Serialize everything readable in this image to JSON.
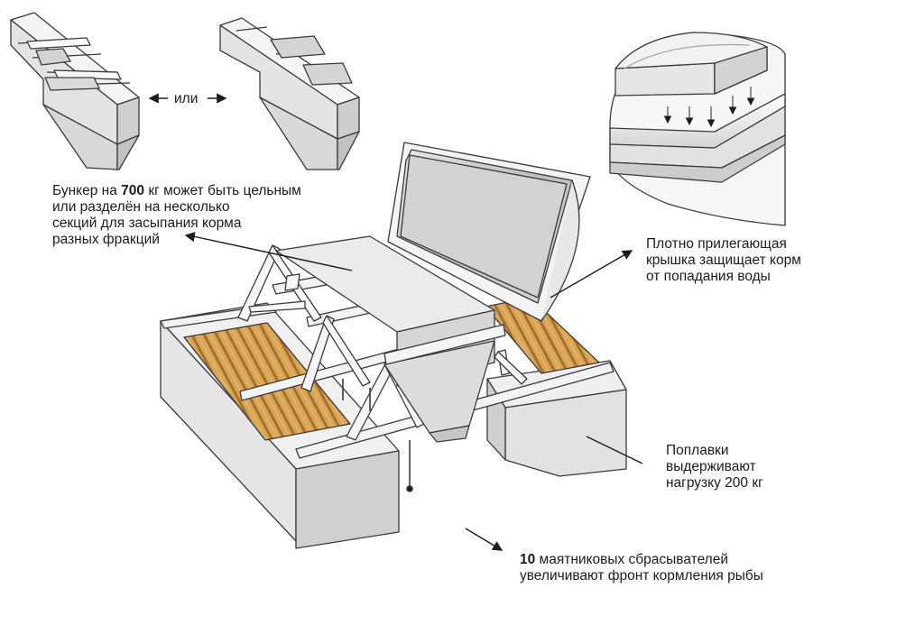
{
  "labels": {
    "or": "или",
    "hopper": {
      "line1_pre": "Бункер на ",
      "line1_num": "700",
      "line1_post": " кг может быть цельным",
      "line2": "или разделён на несколько",
      "line3": "секций для засыпания корма",
      "line4": "разных фракций"
    },
    "lid": {
      "line1": "Плотно прилегающая",
      "line2": "крышка защищает корм",
      "line3": "от попадания воды"
    },
    "floats": {
      "line1": "Поплавки",
      "line2": "выдерживают",
      "line3": "нагрузку 200 кг"
    },
    "pendulum": {
      "line1_num": "10",
      "line1_post": " маятниковых сбрасывателей",
      "line2": "увеличивают фронт кормления рыбы"
    }
  },
  "colors": {
    "outline": "#3a3a3a",
    "panel_light": "#f1f1f1",
    "panel_mid": "#dcdcdc",
    "panel_dark": "#c4c4c4",
    "deck_wood": "#d7a052",
    "deck_wood_dark": "#a66f2c",
    "lid_inner": "#b9b9b9"
  }
}
